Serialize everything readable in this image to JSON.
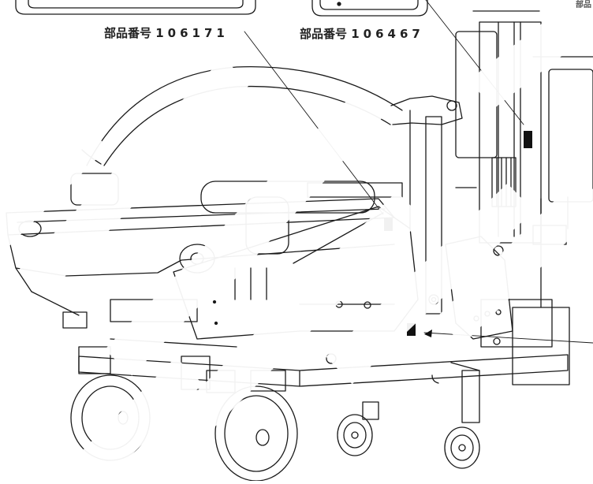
{
  "part_labels": [
    {
      "prefix": "部品番号",
      "number": "106171"
    },
    {
      "prefix": "部品番号",
      "number": "106467"
    }
  ],
  "corner_label": "部品",
  "colors": {
    "ink": "#1a1a1a",
    "watermark": "#ffffff",
    "background": "#ffffff"
  },
  "icons": [
    "decal-marker",
    "caster-wheel",
    "warning-arrow"
  ]
}
